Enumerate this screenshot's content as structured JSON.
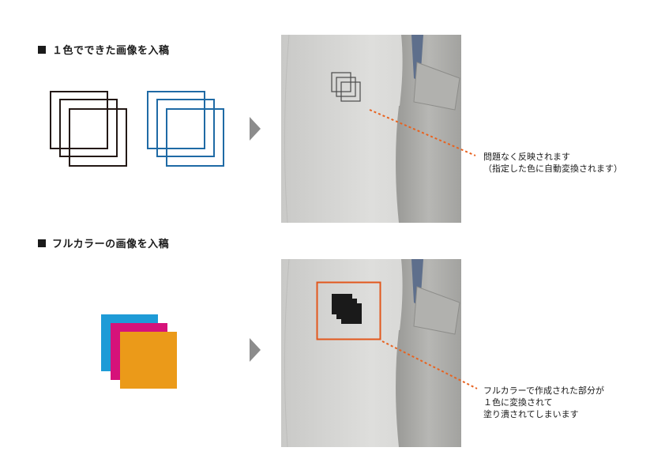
{
  "section1": {
    "heading": "１色でできた画像を入稿",
    "note_lines": [
      "問題なく反映されます",
      "（指定した色に自動変換されます）"
    ]
  },
  "section2": {
    "heading": "フルカラーの画像を入稿",
    "note_lines": [
      "フルカラーで作成された部分が",
      "１色に変換されて",
      "塗り潰されてしまいます"
    ]
  },
  "colors": {
    "outline_black": "#231815",
    "outline_blue": "#1f6aa5",
    "cyan": "#1e9bd7",
    "magenta": "#d6127a",
    "orange": "#eb9a19",
    "leader_line": "#e8621f",
    "highlight_box": "#e2571c",
    "arrow": "#8c8c8c"
  }
}
